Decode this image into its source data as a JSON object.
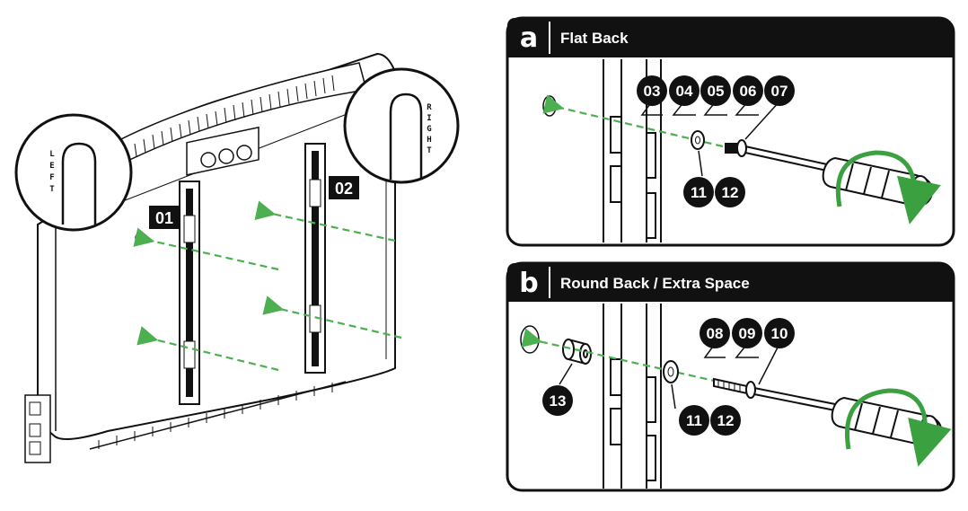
{
  "tv_view": {
    "part_labels": [
      "01",
      "02"
    ],
    "left_zoom_letters": [
      "L",
      "E",
      "F",
      "T"
    ],
    "right_zoom_letters": [
      "R",
      "I",
      "G",
      "H",
      "T"
    ]
  },
  "panel_a": {
    "letter": "a",
    "title": "Flat Back",
    "hardware_numbers": [
      "03",
      "04",
      "05",
      "06",
      "07"
    ],
    "washer_numbers": [
      "11",
      "12"
    ]
  },
  "panel_b": {
    "letter": "b",
    "title": "Round Back / Extra Space",
    "hardware_numbers": [
      "08",
      "09",
      "10"
    ],
    "washer_numbers": [
      "11",
      "12"
    ],
    "spacer_number": "13"
  },
  "colors": {
    "ink": "#111111",
    "arrow_green": "#4cb050",
    "panel_fill": "#ffffff"
  }
}
